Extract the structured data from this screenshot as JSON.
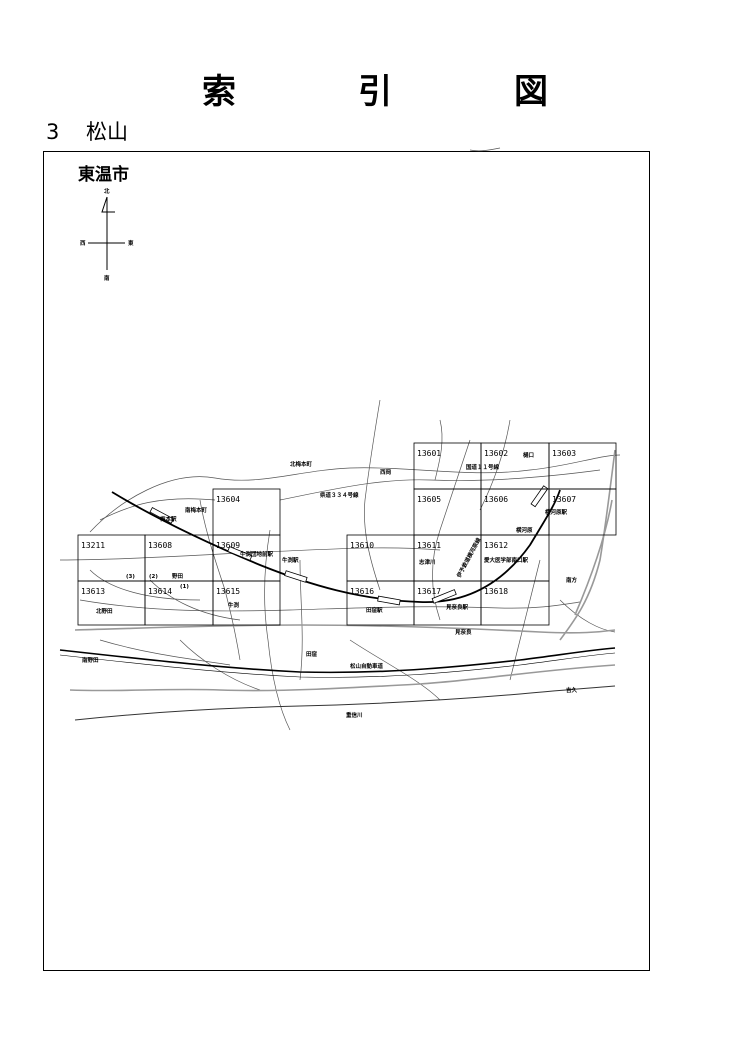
{
  "header": {
    "title": "索　引　図",
    "index_number": "3",
    "region": "松山"
  },
  "map": {
    "city": "東温市",
    "compass": {
      "north": "北",
      "south": "南",
      "east": "東",
      "west": "西"
    },
    "sheets": [
      "13601",
      "13602",
      "13603",
      "13604",
      "13605",
      "13606",
      "13607",
      "13609",
      "13610",
      "13611",
      "13612",
      "13211",
      "13608",
      "13613",
      "13614",
      "13615",
      "13616",
      "13617",
      "13618"
    ],
    "sub_labels": {
      "s1": "(3)",
      "s2": "(2)",
      "s3": "(1)"
    },
    "places": {
      "kita_umemoto": "北梅本町",
      "nishida": "西岡",
      "kokudo11": "国道１１号線",
      "hiuguchi": "樋口",
      "kendo334": "県道３３４号線",
      "umemoto_eki": "梅本駅",
      "minami_umemoto": "南梅本町",
      "yokogawara_eki": "横河原駅",
      "yokogawara": "横河原",
      "ushibuchi_danchi_eki": "牛渕団地前駅",
      "shitsukawa": "志津川",
      "aidai_eki": "愛大医学部南口駅",
      "noda": "野田",
      "ushibuchi_eki": "牛渕駅",
      "iyo_line": "伊予鉄道横河原線",
      "minamigata": "南方",
      "kita_noda": "北野田",
      "ushibuchi": "牛渕",
      "tanokubo_eki": "田窪駅",
      "minarai_eki": "見奈良駅",
      "minarai": "見奈良",
      "minami_noda": "南野田",
      "tanokubo": "田窪",
      "matsuyama_expressway": "松山自動車道",
      "yoshihisa": "吉久",
      "shigenobu_river": "重信川"
    }
  }
}
